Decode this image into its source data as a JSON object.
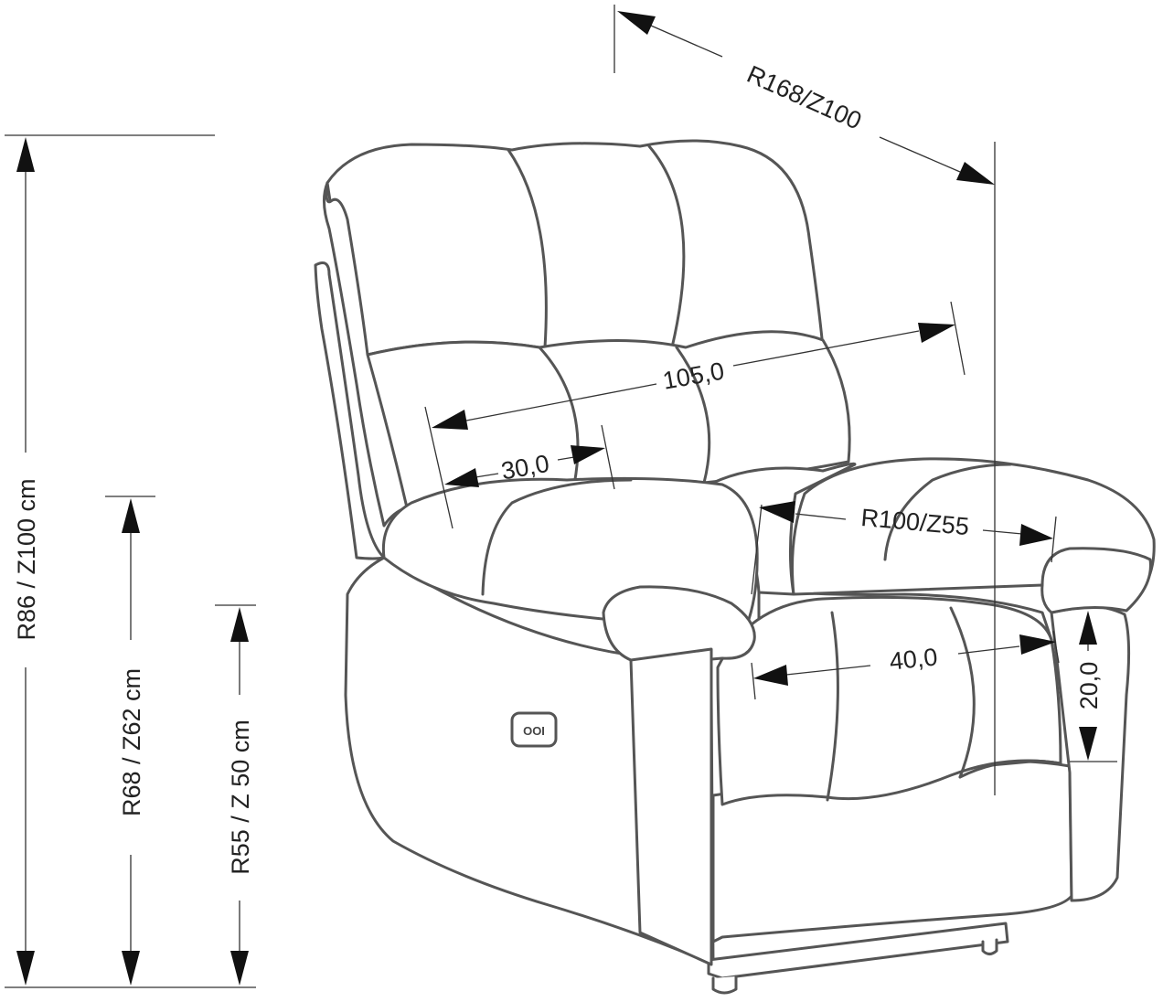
{
  "dimensions": {
    "total_height": "R86 / Z100 cm",
    "armrest_height": "R68 / Z62 cm",
    "seat_height": "R55 / Z 50 cm",
    "reclined_length": "R168/Z100",
    "width": "105,0",
    "armrest_width": "30,0",
    "seat_width": "R100/Z55",
    "seat_depth": "40,0",
    "arm_above_seat": "20,0"
  },
  "button_label": "OOI",
  "colors": {
    "line": "#555555",
    "dimension": "#333333",
    "arrow": "#111111",
    "background": "#ffffff"
  }
}
